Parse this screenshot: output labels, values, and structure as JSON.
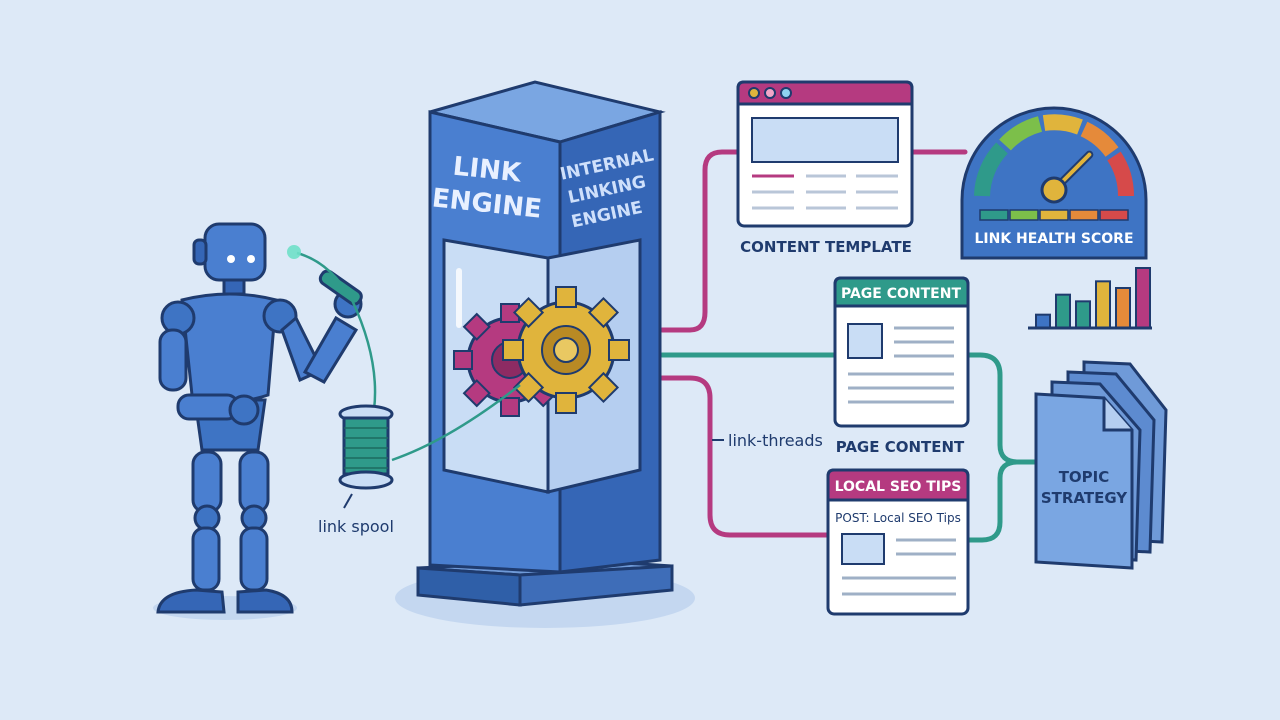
{
  "engine": {
    "front_line1": "LINK",
    "front_line2": "ENGINE",
    "side_line1": "INTERNAL",
    "side_line2": "LINKING",
    "side_line3": "ENGINE"
  },
  "labels": {
    "link_spool": "link spool",
    "link_threads": "link-threads"
  },
  "cards": {
    "content_template": "CONTENT TEMPLATE",
    "page_content_header": "PAGE CONTENT",
    "page_content_caption": "PAGE CONTENT",
    "local_seo_header": "LOCAL SEO TIPS",
    "local_seo_post": "POST: Local SEO Tips",
    "link_health_score": "LINK HEALTH SCORE",
    "topic_line1": "TOPIC",
    "topic_line2": "STRATEGY"
  },
  "gauge": {
    "level": 0.75
  },
  "bars": {
    "values": [
      2,
      5,
      4,
      7,
      6,
      9
    ]
  },
  "colors": {
    "background": "#dde9f7",
    "engine_blue": "#3e74c4",
    "magenta": "#b53a80",
    "teal": "#2f9a8a",
    "gold": "#e0b43c",
    "outline": "#1f3b6e"
  }
}
